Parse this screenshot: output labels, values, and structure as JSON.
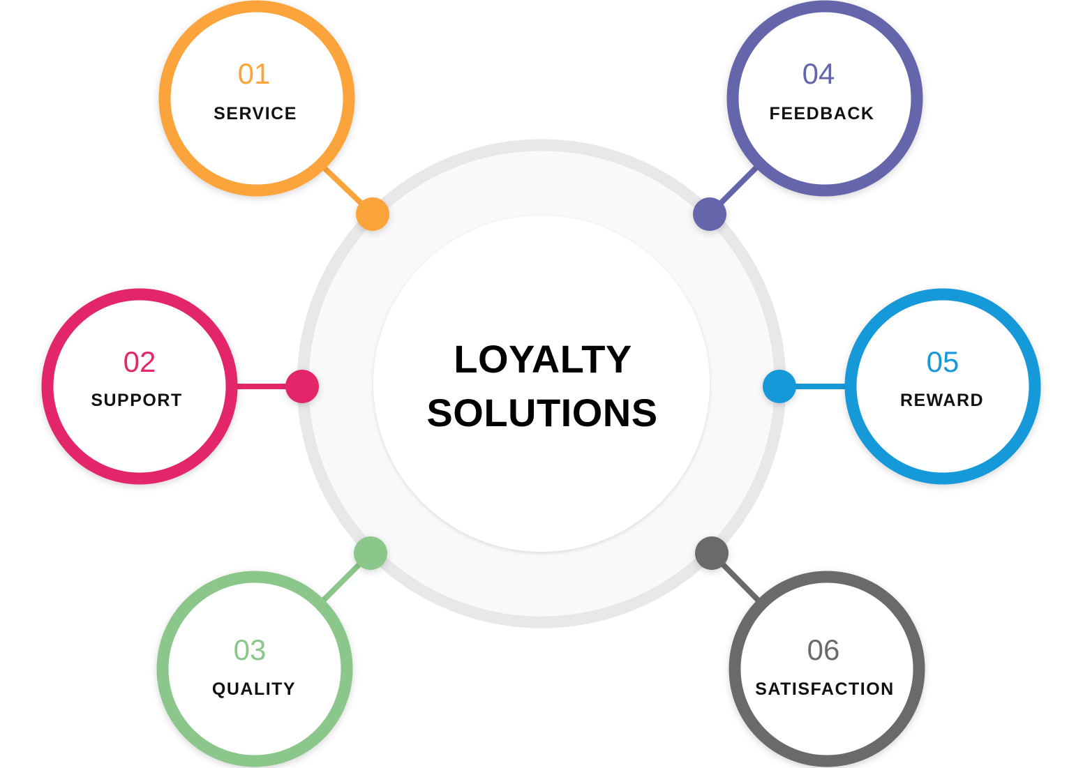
{
  "center": {
    "title_line1": "LOYALTY",
    "title_line2": "SOLUTIONS",
    "ring_color": "#e8e8ea",
    "fill_color": "#f9f9f9"
  },
  "nodes": [
    {
      "number": "01",
      "label": "SERVICE",
      "color": "#fba43a"
    },
    {
      "number": "02",
      "label": "SUPPORT",
      "color": "#e3286a"
    },
    {
      "number": "03",
      "label": "QUALITY",
      "color": "#8bc68b"
    },
    {
      "number": "04",
      "label": "FEEDBACK",
      "color": "#6565ab"
    },
    {
      "number": "05",
      "label": "REWARD",
      "color": "#1799d9"
    },
    {
      "number": "06",
      "label": "SATISFACTION",
      "color": "#6a6a6a"
    }
  ]
}
